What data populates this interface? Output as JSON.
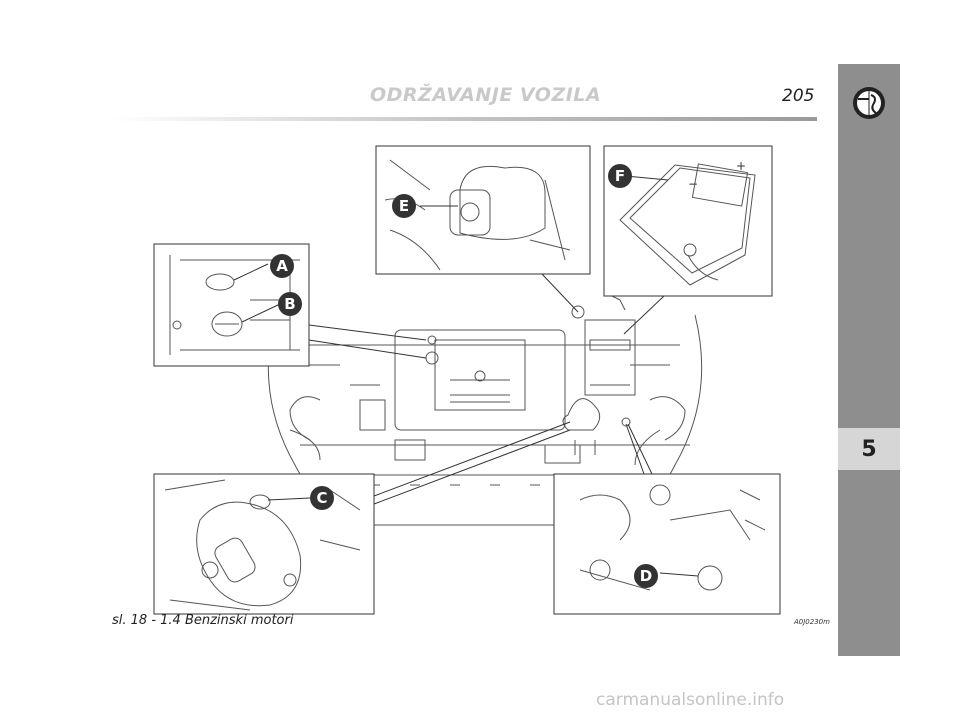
{
  "header": {
    "section_title": "ODRŽAVANJE VOZILA",
    "page_number": "205"
  },
  "side_tab": {
    "chapter_number": "5",
    "brand_logo": "alfa-romeo-badge"
  },
  "figure": {
    "callouts": {
      "A": "A",
      "B": "B",
      "C": "C",
      "D": "D",
      "E": "E",
      "F": "F"
    },
    "battery_symbols": {
      "plus": "+",
      "minus": "−"
    },
    "caption": "sl. 18 - 1.4 Benzinski motori",
    "code": "A0J0230m"
  },
  "watermark": "carmanualsonline.info",
  "colors": {
    "header_title": "#c9c9c9",
    "side_tab": "#8e8e8e",
    "chapter_box": "#d6d6d6",
    "callout_bg": "#333333",
    "line_art": "#555555"
  }
}
